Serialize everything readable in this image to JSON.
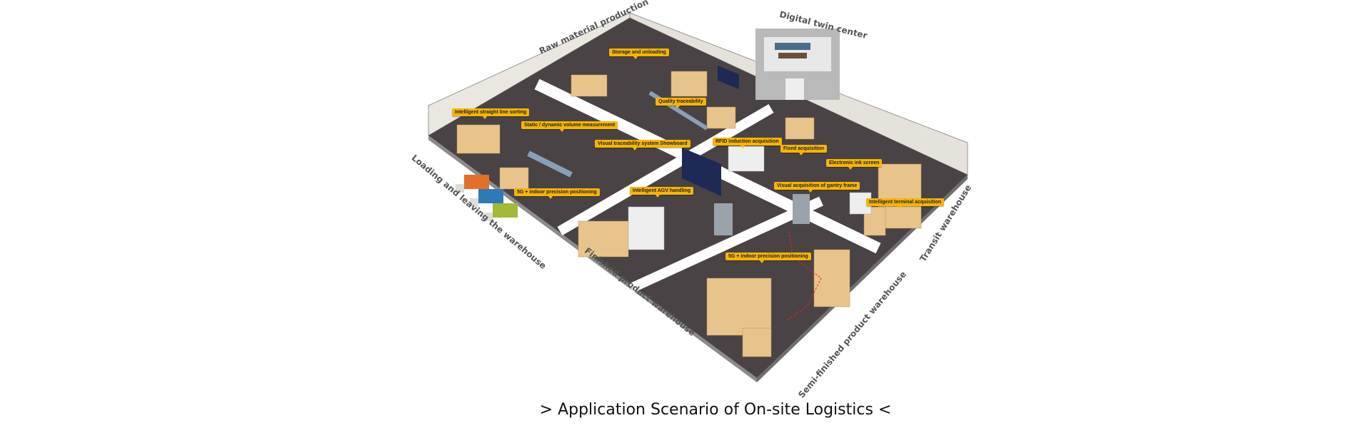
{
  "title": "> Application Scenario of On-site Logistics <",
  "areas": {
    "raw_material": "Raw material production",
    "digital_twin": "Digital twin center",
    "loading": "Loading and leaving the warehouse",
    "finished": "Finished product warehouse",
    "semi_finished": "Semi-finished product warehouse",
    "transit": "Transit warehouse"
  },
  "callouts": {
    "storage": "Storage and unloading",
    "quality": "Quality traceability",
    "sorting": "Intelligent straight line sorting",
    "volume": "Static / dynamic volume measurement",
    "showboard": "Visual traceability system Showboard",
    "rfid": "RFID induction acquisition",
    "fixed": "Fixed acquisition",
    "ink": "Electronic ink screen",
    "positioning_1": "5G + indoor precision positioning",
    "agv": "Intelligent AGV handling",
    "gantry": "Visual acquisition of gantry frame",
    "terminal": "Intelligent terminal acquisition",
    "positioning_2": "5G + indoor precision positioning"
  },
  "colors": {
    "floor": "#4a4345",
    "wall": "#e9e7e0",
    "callout": "#f7b500",
    "road": "#ffffff",
    "boxes": "#e8c48c"
  }
}
